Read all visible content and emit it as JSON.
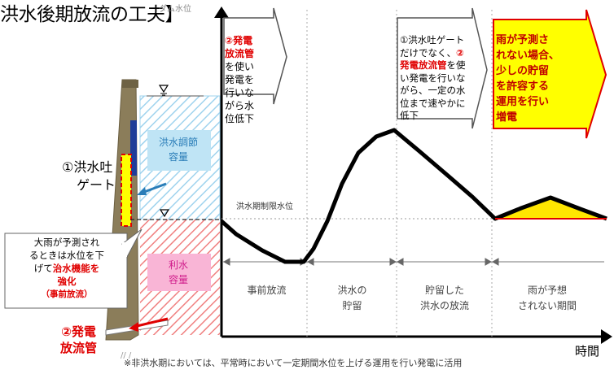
{
  "title": "洪水後期放流の工夫】",
  "y_axis_label": "ダム水位",
  "x_axis_label": "時間",
  "limit_label": "洪水期制限水位",
  "gate_label": {
    "line1": "①洪水吐",
    "line2": "ゲート"
  },
  "flood_capacity": {
    "line1": "洪水調節",
    "line2": "容量"
  },
  "water_use_capacity": {
    "line1": "利水",
    "line2": "容量"
  },
  "pre_release": {
    "line1": "大雨が予測され",
    "line2": "るときは水位を下",
    "line3": "げて",
    "line3_red": "治水機能を",
    "line4_red": "強化",
    "line5_red": "（事前放流）"
  },
  "pipe_label": {
    "line1": "②発電",
    "line2": "放流管"
  },
  "callouts": {
    "c1": {
      "red1": "②発電",
      "red2": "放流管",
      "l1": "を使い",
      "l2": "発電を",
      "l3": "行いな",
      "l4": "がら水",
      "l5": "位低下"
    },
    "c2": {
      "l1": "①洪水吐ゲート",
      "l2": "だけでなく、",
      "red": "②",
      "l3red": "発電放流管",
      "l3": "を使",
      "l4": "い発電を行いな",
      "l5": "がら、一定の水",
      "l6": "位まで速やかに",
      "l7": "低下"
    },
    "c3": {
      "l1": "雨が予測さ",
      "l2": "れない場合、",
      "l3": "少しの貯留",
      "l4": "を許容する",
      "l5": "運用を行い",
      "l6": "増電"
    }
  },
  "panels": [
    {
      "l1": "事前放流",
      "l2": ""
    },
    {
      "l1": "洪水の",
      "l2": "貯留"
    },
    {
      "l1": "貯留した",
      "l2": "洪水の放流"
    },
    {
      "l1": "雨が予想",
      "l2": "されない期間"
    }
  ],
  "footnote": "※非洪水期においては、平常時において一定期間水位を上げる運用を行い発電に活用",
  "chart_data": {
    "type": "line",
    "title": "",
    "xlabel": "時間",
    "ylabel": "ダム水位",
    "series": [
      {
        "values": [
          "制限水位",
          "低下",
          "最低",
          "最低",
          "上昇",
          "最高",
          "低下",
          "制限水位",
          "小ピーク",
          "制限水位"
        ]
      }
    ]
  },
  "colors": {
    "flood_fill": "#bfe4f5",
    "use_fill": "#f9b5d6",
    "arrow_yellow": "#ffff00",
    "accent_red": "#e00000",
    "dam": "#8b7d5a"
  }
}
